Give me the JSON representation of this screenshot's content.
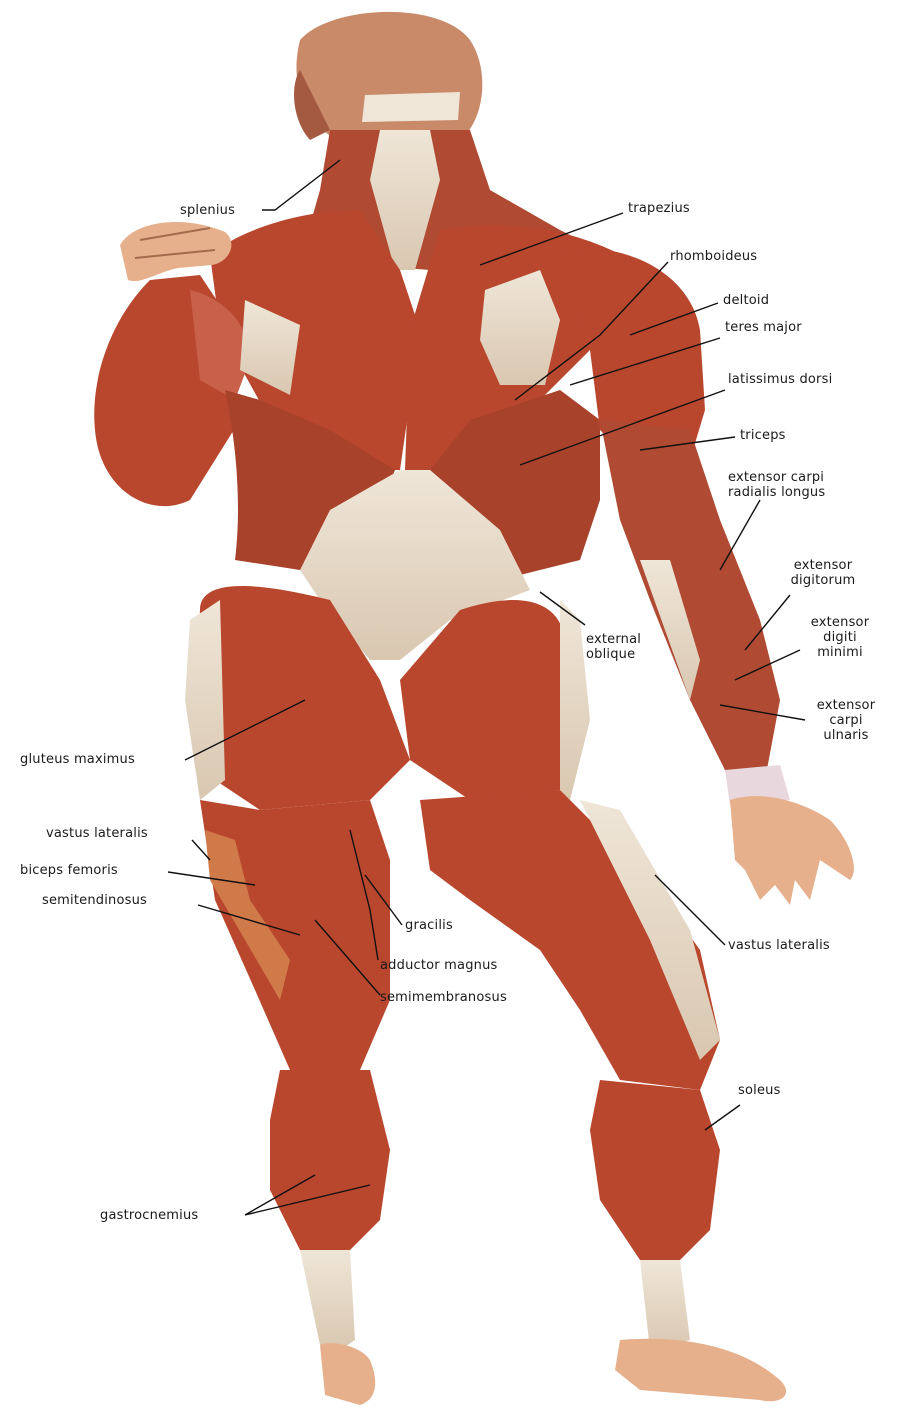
{
  "labels": {
    "splenius": "splenius",
    "trapezius": "trapezius",
    "rhomboideus": "rhomboideus",
    "deltoid": "deltoid",
    "teres_major": "teres major",
    "latissimus_dorsi": "latissimus dorsi",
    "triceps": "triceps",
    "extensor_carpi_radialis_longus": [
      "extensor carpi",
      "radialis longus"
    ],
    "extensor_digitorum": [
      "extensor",
      "digitorum"
    ],
    "extensor_digiti_minimi": [
      "extensor",
      "digiti",
      "minimi"
    ],
    "extensor_carpi_ulnaris": [
      "extensor",
      "carpi",
      "ulnaris"
    ],
    "external_oblique": [
      "external",
      "oblique"
    ],
    "gluteus_maximus": "gluteus maximus",
    "vastus_lateralis_left": "vastus lateralis",
    "biceps_femoris": "biceps femoris",
    "semitendinosus": "semitendinosus",
    "gracilis": "gracilis",
    "adductor_magnus": "adductor magnus",
    "semimembranosus": "semimembranosus",
    "vastus_lateralis_right": "vastus lateralis",
    "soleus": "soleus",
    "gastrocnemius": "gastrocnemius"
  },
  "colors": {
    "muscle": "#b9472e",
    "muscle_dark": "#8e2f1d",
    "muscle_light": "#d46a48",
    "tendon": "#e8dccb",
    "skin": "#e6b08c",
    "leader": "#111111"
  }
}
